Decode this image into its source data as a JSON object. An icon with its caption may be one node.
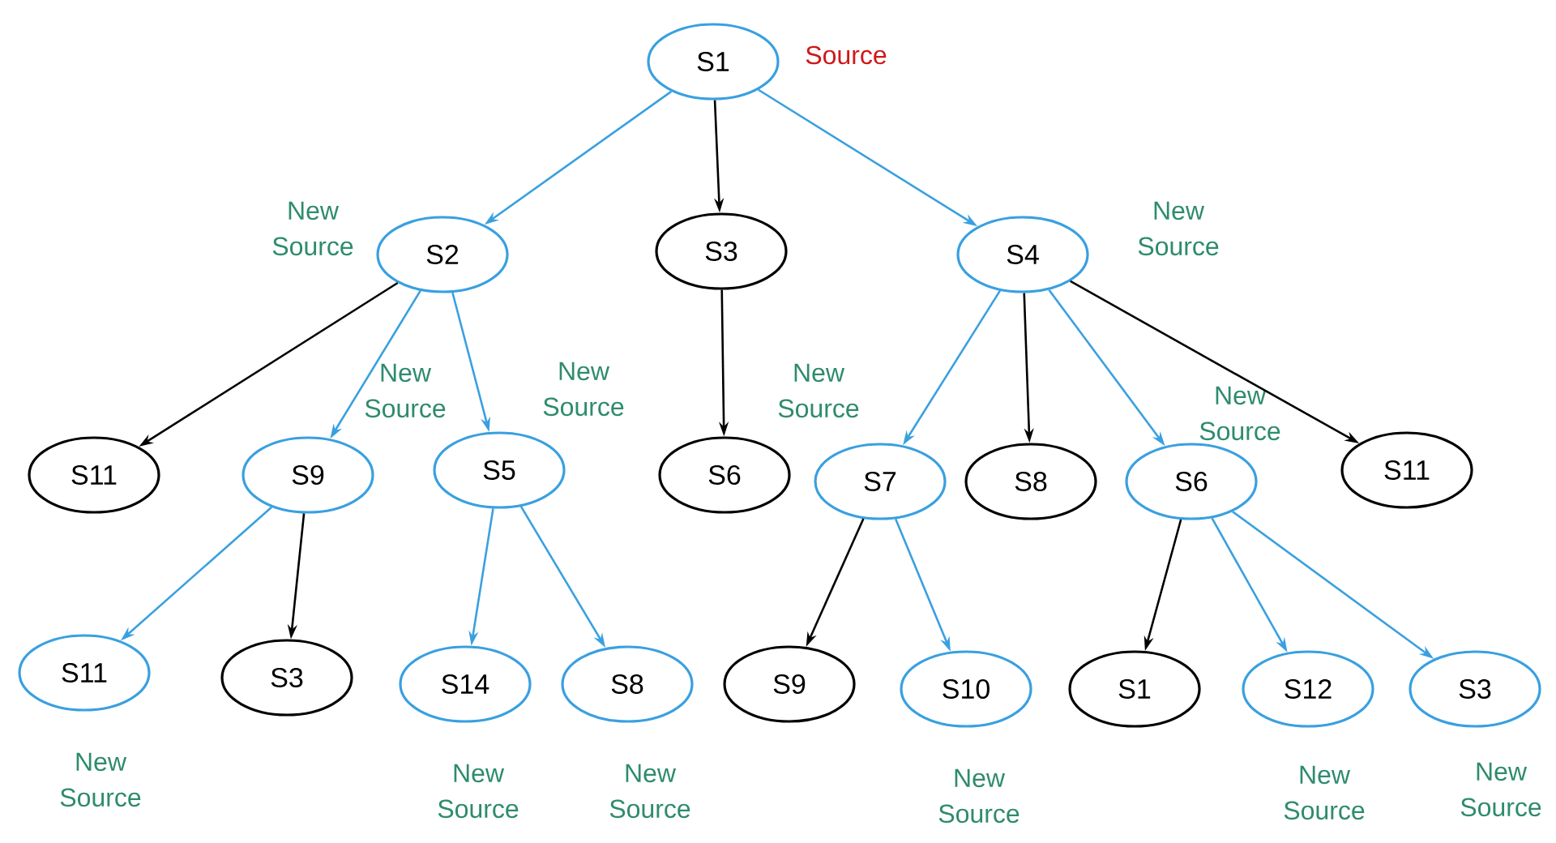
{
  "diagram": {
    "nodes": [
      {
        "text": [
          "S1"
        ],
        "beside": [
          "Source"
        ]
      },
      {
        "text": [
          "S2"
        ],
        "beside": [
          "New Source"
        ]
      },
      {
        "text": [
          "S3"
        ]
      },
      {
        "text": [
          "S4"
        ],
        "beside": [
          "New Source"
        ]
      },
      {
        "text": [
          "S11"
        ]
      },
      {
        "text": [
          "S9"
        ],
        "beside": [
          "New Source"
        ]
      },
      {
        "text": [
          "S5"
        ],
        "beside": [
          "New Source"
        ]
      },
      {
        "text": [
          "S6"
        ]
      },
      {
        "text": [
          "S7"
        ],
        "beside": [
          "New Source"
        ]
      },
      {
        "text": [
          "S8"
        ]
      },
      {
        "text": [
          "S6"
        ],
        "beside": [
          "New Source"
        ]
      },
      {
        "text": [
          "S11"
        ]
      },
      {
        "text": [
          "S11"
        ],
        "beside": [
          "New Source"
        ]
      },
      {
        "text": [
          "S3"
        ]
      },
      {
        "text": [
          "S14"
        ],
        "beside": [
          "New Source"
        ]
      },
      {
        "text": [
          "S8"
        ],
        "beside": [
          "New Source"
        ]
      },
      {
        "text": [
          "S9"
        ]
      },
      {
        "text": [
          "S10"
        ],
        "beside": [
          "New Source"
        ]
      },
      {
        "text": [
          "S1"
        ]
      },
      {
        "text": [
          "S12"
        ],
        "beside": [
          "New Source"
        ]
      },
      {
        "text": [
          "S3"
        ],
        "beside": [
          "New Source"
        ]
      }
    ],
    "edges": [
      {
        "from": 0,
        "to": 1,
        "arrow": "to"
      },
      {
        "from": 0,
        "to": 2,
        "arrow": "to",
        "color": "#000000"
      },
      {
        "from": 0,
        "to": 3,
        "arrow": "to"
      },
      {
        "from": 1,
        "to": 4,
        "arrow": "to",
        "color": "#000000"
      },
      {
        "from": 1,
        "to": 5,
        "arrow": "to"
      },
      {
        "from": 1,
        "to": 6,
        "arrow": "to"
      },
      {
        "from": 2,
        "to": 7,
        "arrow": "to",
        "color": "#000000"
      },
      {
        "from": 3,
        "to": 8,
        "arrow": "to"
      },
      {
        "from": 3,
        "to": 9,
        "arrow": "to",
        "color": "#000000"
      },
      {
        "from": 3,
        "to": 10,
        "arrow": "to"
      },
      {
        "from": 3,
        "to": 11,
        "arrow": "to",
        "color": "#000000"
      },
      {
        "from": 5,
        "to": 12,
        "arrow": "to"
      },
      {
        "from": 5,
        "to": 13,
        "arrow": "to",
        "color": "#000000"
      },
      {
        "from": 6,
        "to": 14,
        "arrow": "to"
      },
      {
        "from": 6,
        "to": 15,
        "arrow": "to"
      },
      {
        "from": 8,
        "to": 16,
        "arrow": "to",
        "color": "#000000"
      },
      {
        "from": 8,
        "to": 17,
        "arrow": "to"
      },
      {
        "from": 10,
        "to": 18,
        "arrow": "to",
        "color": "#000000"
      },
      {
        "from": 10,
        "to": 19,
        "arrow": "to"
      },
      {
        "from": 10,
        "to": 20,
        "arrow": "to"
      }
    ]
  }
}
